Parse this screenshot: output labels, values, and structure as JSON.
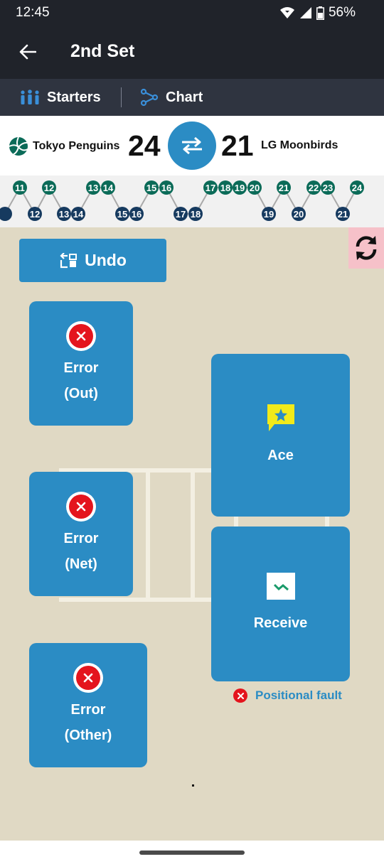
{
  "status_bar": {
    "time": "12:45",
    "battery": "56%"
  },
  "app_bar": {
    "title": "2nd Set",
    "back_icon": "arrow-left-icon"
  },
  "tabs": [
    {
      "label": "Starters",
      "icon": "players-icon"
    },
    {
      "label": "Chart",
      "icon": "share-icon"
    }
  ],
  "score": {
    "home_team": "Tokyo Penguins",
    "home_score": "24",
    "away_team": "LG Moonbirds",
    "away_score": "21",
    "home_color": "#0b6b58",
    "away_color": "#163a5f"
  },
  "timeline": {
    "home_points": [
      "11",
      "12",
      "13",
      "14",
      "15",
      "16",
      "17",
      "18",
      "19",
      "20",
      "21",
      "22",
      "23",
      "24"
    ],
    "away_points": [
      "12",
      "13",
      "14",
      "15",
      "16",
      "17",
      "18",
      "19",
      "20",
      "21"
    ]
  },
  "controls": {
    "undo_label": "Undo"
  },
  "actions": {
    "error_out": {
      "line1": "Error",
      "line2": "(Out)"
    },
    "error_net": {
      "line1": "Error",
      "line2": "(Net)"
    },
    "error_other": {
      "line1": "Error",
      "line2": "(Other)"
    },
    "ace": {
      "label": "Ace"
    },
    "receive": {
      "label": "Receive"
    },
    "positional_fault": "Positional fault"
  },
  "colors": {
    "accent": "#2b8cc4",
    "error": "#e4141d",
    "court": "#e0d9c4",
    "appbar": "#20232a"
  }
}
